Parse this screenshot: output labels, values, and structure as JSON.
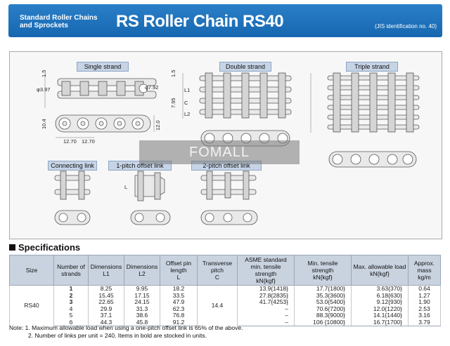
{
  "header": {
    "subtitle_line1": "Standard Roller Chains",
    "subtitle_line2": "and Sprockets",
    "title": "RS Roller Chain RS40",
    "jis_note": "(JIS identification no. 40)"
  },
  "diagrams": {
    "single_strand": "Single strand",
    "double_strand": "Double strand",
    "triple_strand": "Triple strand",
    "connecting_link": "Connecting link",
    "one_pitch_offset": "1-pitch offset link",
    "two_pitch_offset": "2-pitch offset link",
    "dims": {
      "d1_5": "1.5",
      "d3_97": "φ3.97",
      "d7_92": "φ7.92",
      "d10_4": "10.4",
      "d12_0": "12.0",
      "d12_70a": "12.70",
      "d12_70b": "12.70",
      "d1_5b": "1.5",
      "d7_95": "7.95",
      "l1": "L1",
      "l2": "L2",
      "c": "C",
      "l": "L"
    }
  },
  "watermark": "FOMALL",
  "specs": {
    "title": "Specifications",
    "headers": {
      "size": "Size",
      "strands": "Number of strands",
      "dim1": "Dimensions",
      "dim1_sym": "L1",
      "dim2": "Dimensions",
      "dim2_sym": "L2",
      "offset": "Offset pin length",
      "offset_sym": "L",
      "transverse": "Transverse pitch",
      "transverse_sym": "C",
      "asme": "ASME standard min. tensile strength",
      "asme_unit": "kN{kgf}",
      "min_ts": "Min. tensile strength",
      "min_ts_unit": "kN{kgf}",
      "max_load": "Max. allowable load",
      "max_load_unit": "kN{kgf}",
      "mass": "Approx. mass",
      "mass_unit": "kg/m"
    },
    "size": "RS40",
    "transverse_pitch": "14.4",
    "rows": [
      {
        "strands": "1",
        "l1": "8.25",
        "l2": "9.95",
        "offset": "18.2",
        "asme": "13.9{1418}",
        "min_ts": "17.7{1800}",
        "max_load": "3.63{370}",
        "mass": "0.64"
      },
      {
        "strands": "2",
        "l1": "15.45",
        "l2": "17.15",
        "offset": "33.5",
        "asme": "27.8{2835}",
        "min_ts": "35.3{3600}",
        "max_load": "6.18{630}",
        "mass": "1.27"
      },
      {
        "strands": "3",
        "l1": "22.65",
        "l2": "24.15",
        "offset": "47.9",
        "asme": "41.7{4253}",
        "min_ts": "53.0{5400}",
        "max_load": "9.12{930}",
        "mass": "1.90"
      },
      {
        "strands": "4",
        "l1": "29.9",
        "l2": "31.3",
        "offset": "62.3",
        "asme": "–",
        "min_ts": "70.6{7200}",
        "max_load": "12.0{1220}",
        "mass": "2.53"
      },
      {
        "strands": "5",
        "l1": "37.1",
        "l2": "38.6",
        "offset": "76.8",
        "asme": "–",
        "min_ts": "88.3{9000}",
        "max_load": "14.1{1440}",
        "mass": "3.16"
      },
      {
        "strands": "6",
        "l1": "44.3",
        "l2": "45.8",
        "offset": "91.2",
        "asme": "–",
        "min_ts": "106 {10800}",
        "max_load": "16.7{1700}",
        "mass": "3.79"
      }
    ]
  },
  "notes": {
    "line1": "Note: 1. Maximum allowable load when using a one-pitch offset link is 65% of the above.",
    "line2": "2. Number of links per unit = 240. Items in bold are stocked in units."
  }
}
